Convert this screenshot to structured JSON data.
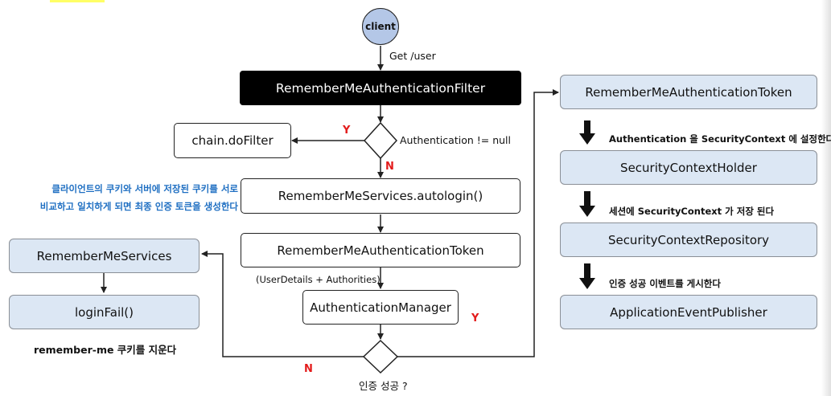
{
  "client": "client",
  "request": "Get /user",
  "filter": "RememberMeAuthenticationFilter",
  "chain": "chain.doFilter",
  "decision": {
    "condition": "Authentication != null",
    "yes": "Y",
    "no": "N"
  },
  "note": [
    "클라이언트의 쿠키와 서버에 저장된 쿠키를 서로",
    "비교하고 일치하게 되면 최종 인증 토큰을 생성한다"
  ],
  "autologin": "RememberMeServices.autologin()",
  "token_mid": "RememberMeAuthenticationToken",
  "token_mid_sub": "(UserDetails + Authorities)",
  "manager": "AuthenticationManager",
  "auth_result": {
    "label": "인증 성공 ?",
    "yes": "Y",
    "no": "N"
  },
  "left": {
    "services": "RememberMeServices",
    "login_fail": "loginFail()",
    "caption": "remember-me 쿠키를 지운다"
  },
  "right": {
    "token": "RememberMeAuthenticationToken",
    "step1": "Authentication 을 SecurityContext 에 설정한다",
    "holder": "SecurityContextHolder",
    "step2": "세션에 SecurityContext 가 저장 된다",
    "repository": "SecurityContextRepository",
    "step3": "인증 성공 이벤트를 게시한다",
    "publisher": "ApplicationEventPublisher"
  },
  "colors": {
    "box_fill": "#dce7f4",
    "client_fill": "#b4c7e7",
    "accent_red": "#e31b1b",
    "note_blue": "#1f6fc2",
    "highlight": "#ffff66"
  }
}
